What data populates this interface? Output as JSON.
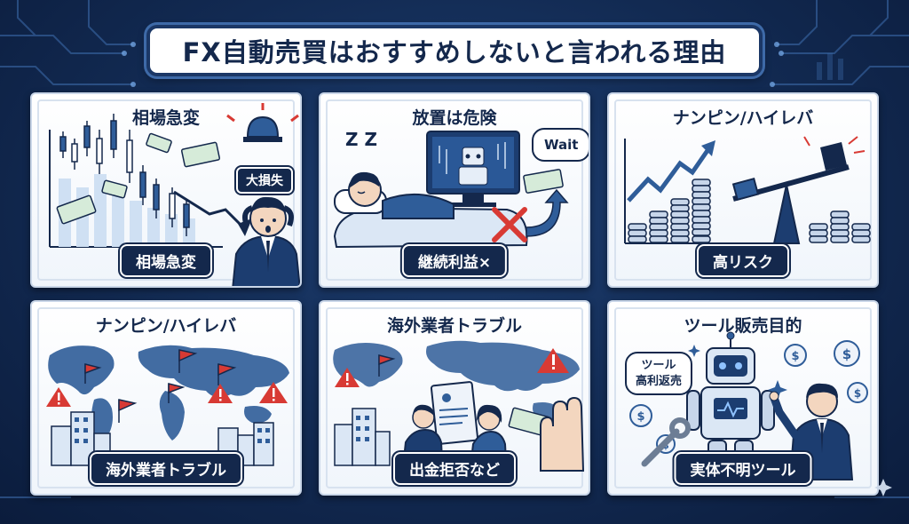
{
  "title": "FX自動売買はおすすめしないと言われる理由",
  "colors": {
    "navy": "#14284c",
    "blue": "#2f5d99",
    "red": "#d83a34",
    "gold": "#e8b23a",
    "background": "#122a52"
  },
  "cards": [
    {
      "heading": "相場急変",
      "label": "相場急変",
      "badge": "大損失",
      "icons": [
        "candlestick-chart-icon",
        "alarm-siren-icon",
        "money-bill-icon",
        "worried-man-icon"
      ]
    },
    {
      "heading": "放置は危険",
      "label": "継続利益×",
      "bubble": "Wait",
      "sleep": "Z Z",
      "icons": [
        "sleeping-person-icon",
        "robot-monitor-icon",
        "cross-icon"
      ]
    },
    {
      "heading": "ナンピン/ハイレバ",
      "label": "高リスク",
      "icons": [
        "rising-arrow-icon",
        "coin-stack-icon",
        "seesaw-scale-icon"
      ]
    },
    {
      "heading": "ナンピン/ハイレバ",
      "label": "海外業者トラブル",
      "icons": [
        "world-map-icon",
        "red-flag-icon",
        "warning-icon",
        "building-icon"
      ]
    },
    {
      "heading": "海外業者トラブル",
      "label": "出金拒否など",
      "icons": [
        "world-map-icon",
        "warning-icon",
        "document-icon",
        "refusing-hand-icon"
      ]
    },
    {
      "heading": "ツール販売目的",
      "label": "実体不明ツール",
      "bubble_lines": [
        "ツール",
        "高利返売"
      ],
      "icons": [
        "robot-icon",
        "dollar-coin-icon",
        "wrench-icon",
        "pointing-man-icon"
      ]
    }
  ]
}
